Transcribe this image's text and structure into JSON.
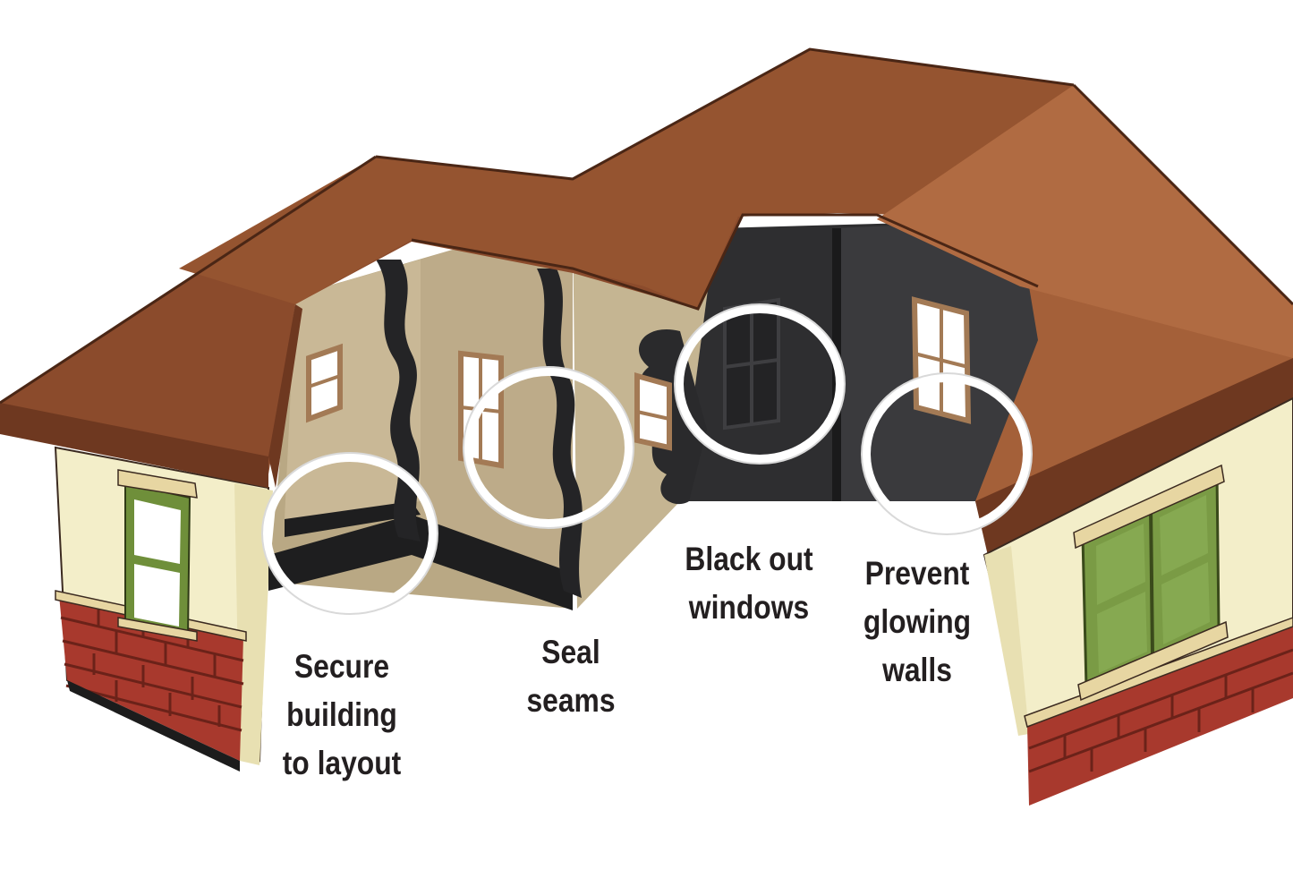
{
  "colors": {
    "roof": "#8a4a2b",
    "roof_light": "#a8643e",
    "wall_cream": "#f2edc6",
    "interior_tan": "#bfae8d",
    "blackout": "#2a2a2c",
    "brick": "#a6392e",
    "window_trim": "#6f8f3a",
    "highlight_ring": "#ffffff"
  },
  "callouts": [
    {
      "id": "secure",
      "lines": [
        "Secure",
        "building",
        "to layout"
      ]
    },
    {
      "id": "seal",
      "lines": [
        "Seal",
        "seams"
      ]
    },
    {
      "id": "blackout",
      "lines": [
        "Black out",
        "windows"
      ]
    },
    {
      "id": "prevent",
      "lines": [
        "Prevent",
        "glowing",
        "walls"
      ]
    }
  ]
}
